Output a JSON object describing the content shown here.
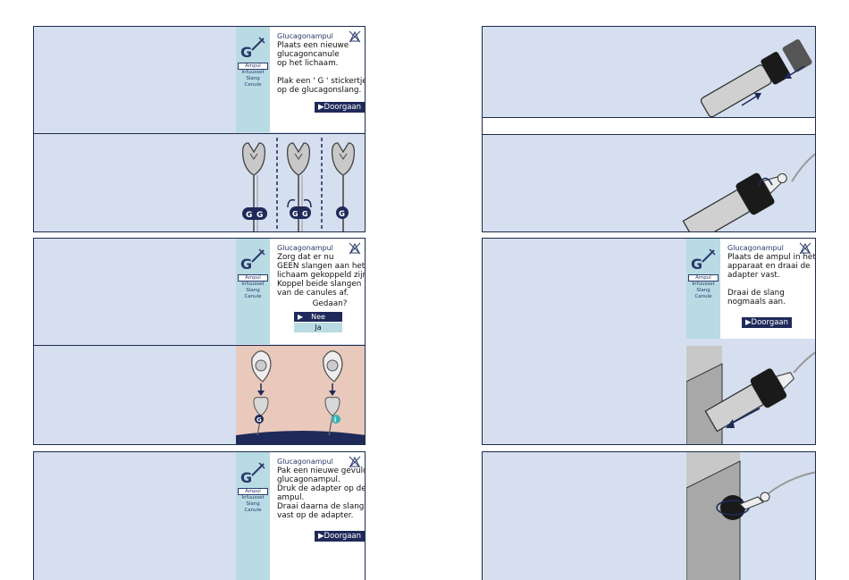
{
  "screens": [
    {
      "title": "Glucagonampul",
      "text": "Plaats een nieuwe\nglucagoncanule\nop het lichaam.\n\nPlak een ' G ' stickertje\nop de glucagonslang.",
      "menu": [
        "Ampul",
        "Infuusset",
        "Slang",
        "Canule"
      ],
      "button": "▶Doorgaan"
    },
    {
      "title": "Glucagonampul",
      "text": "Zorg dat er nu\nGEEN slangen aan het\nlichaam gekoppeld zijn.\nKoppel beide slangen\nvan de canules af.",
      "question": "Gedaan?",
      "options": [
        "Nee",
        "Ja"
      ],
      "menu": [
        "Ampul",
        "Infuusset",
        "Slang",
        "Canule"
      ]
    },
    {
      "title": "Glucagonampul",
      "text": "Pak een nieuwe gevulde\nglucagonampul.\nDruk de adapter op de\nampul.\nDraai daarna de slang\nvast op de adapter.",
      "menu": [
        "Ampul",
        "Infuusset",
        "Slang",
        "Canule"
      ],
      "button": "▶Doorgaan"
    },
    {
      "title": "Glucagonampul",
      "text": "Plaats de ampul in het\napparaat en draai de\nadapter vast.\n\nDraai de slang\nnogmaals aan.",
      "menu": [
        "Ampul",
        "Infuusset",
        "Slang",
        "Canule"
      ],
      "button": "▶Doorgaan"
    }
  ],
  "labels": {
    "g": "G",
    "i": "i",
    "nee_marker": "▶"
  },
  "colors": {
    "panel_bg": "#d5dff0",
    "strip": "#b9dbe4",
    "navy": "#1f2a5a",
    "skin": "#e9c9bb"
  }
}
